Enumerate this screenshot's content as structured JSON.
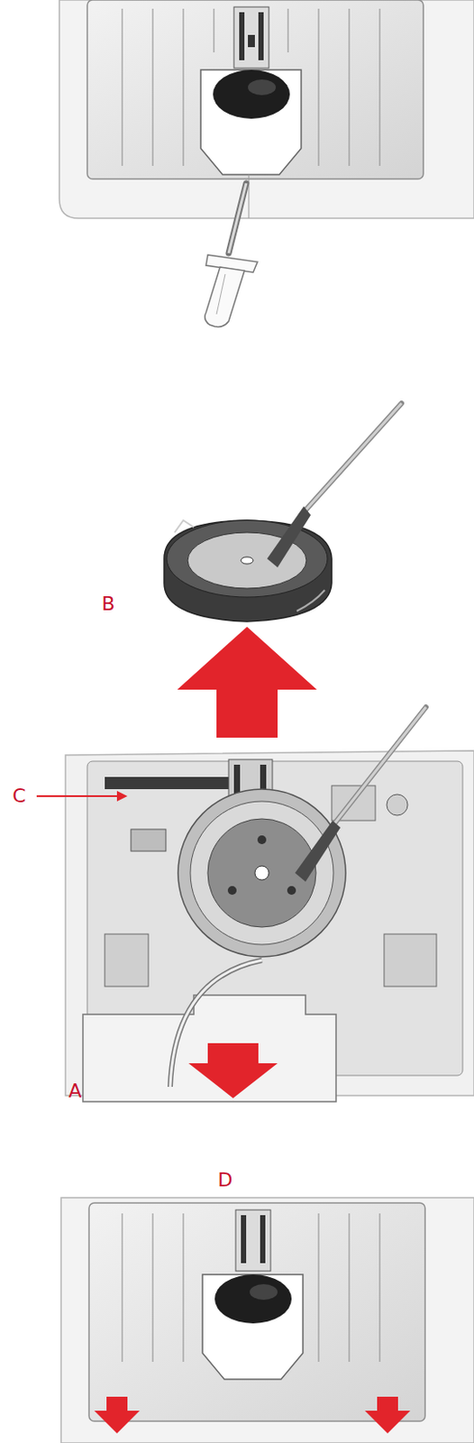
{
  "diagram": {
    "labels": [
      "B",
      "C",
      "A",
      "D"
    ]
  }
}
